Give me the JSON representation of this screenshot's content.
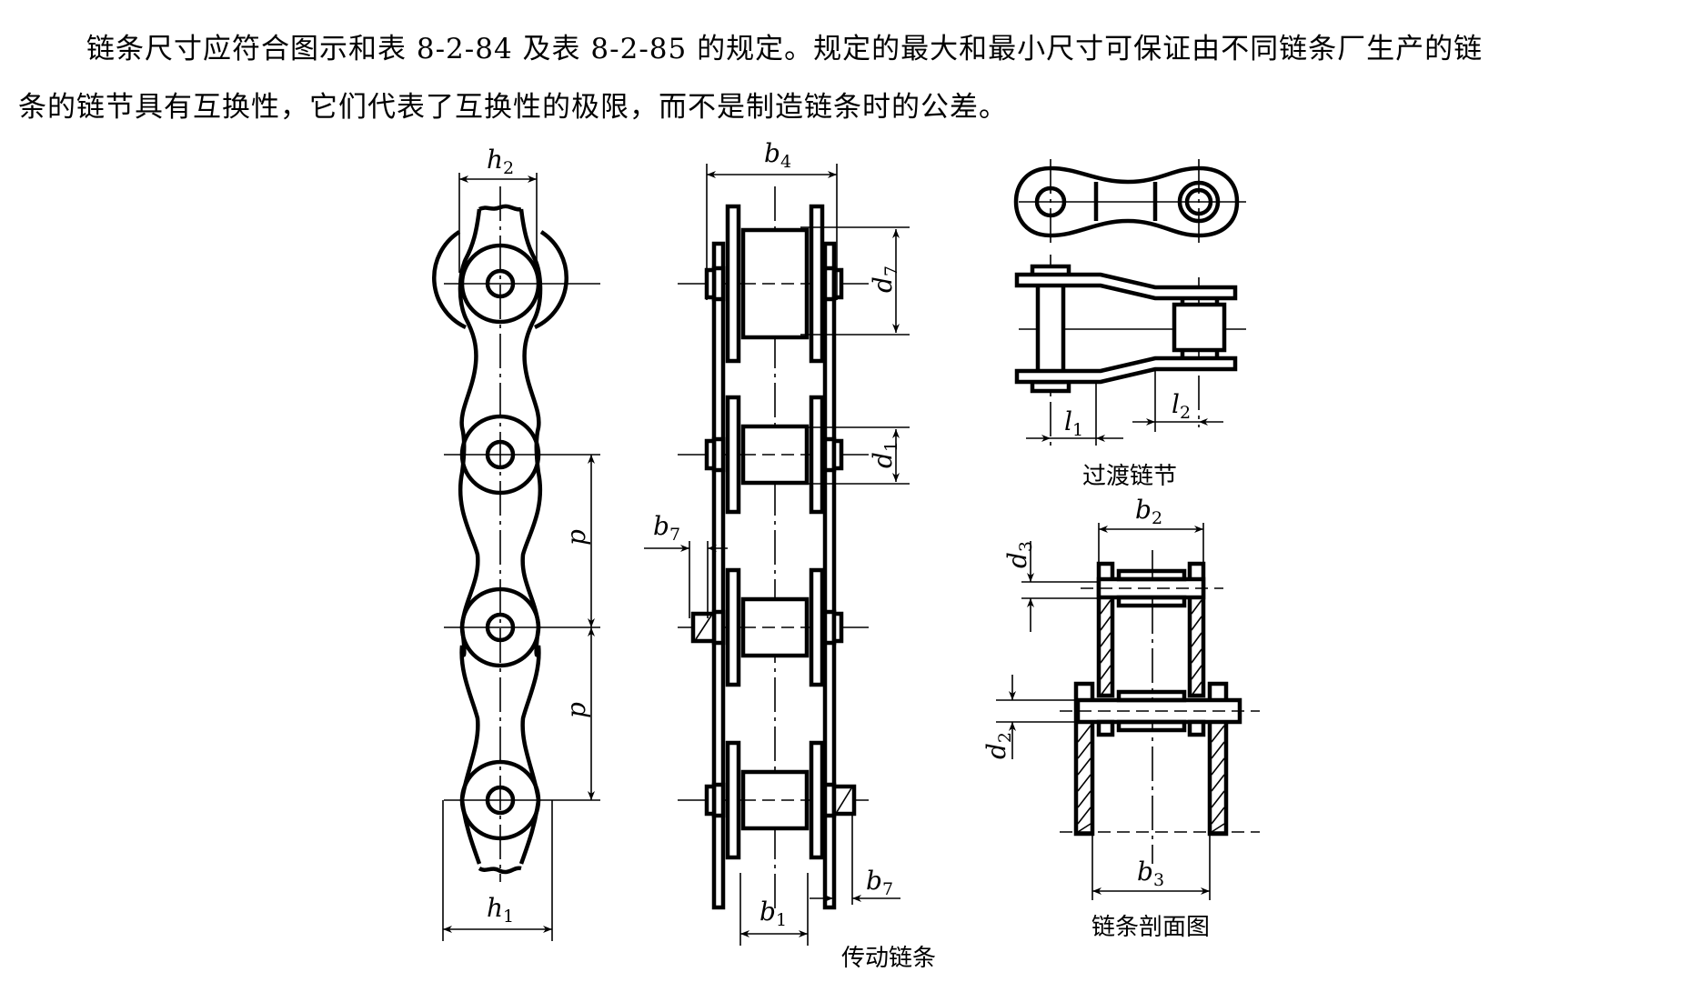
{
  "paragraph": {
    "line1": "链条尺寸应符合图示和表 8-2-84 及表 8-2-85 的规定。规定的最大和最小尺寸可保证由不同链条厂生产的链",
    "line2": "条的链节具有互换性，它们代表了互换性的极限，而不是制造链条时的公差。"
  },
  "figures": {
    "drive_chain": {
      "caption": "传动链条",
      "labels": {
        "h2": {
          "main": "h",
          "sub": "2"
        },
        "h1": {
          "main": "h",
          "sub": "1"
        },
        "p_upper": {
          "main": "p"
        },
        "p_lower": {
          "main": "p"
        },
        "b4": {
          "main": "b",
          "sub": "4"
        },
        "d7": {
          "main": "d",
          "sub": "7"
        },
        "d1": {
          "main": "d",
          "sub": "1"
        },
        "b7_left": {
          "main": "b",
          "sub": "7"
        },
        "b7_right": {
          "main": "b",
          "sub": "7"
        },
        "b1": {
          "main": "b",
          "sub": "1"
        }
      }
    },
    "transition_link": {
      "caption": "过渡链节",
      "labels": {
        "l1": {
          "main": "l",
          "sub": "1"
        },
        "l2": {
          "main": "l",
          "sub": "2"
        }
      }
    },
    "chain_section": {
      "caption": "链条剖面图",
      "labels": {
        "b2": {
          "main": "b",
          "sub": "2"
        },
        "b3": {
          "main": "b",
          "sub": "3"
        },
        "d3": {
          "main": "d",
          "sub": "3"
        },
        "d2": {
          "main": "d",
          "sub": "2"
        }
      }
    }
  }
}
